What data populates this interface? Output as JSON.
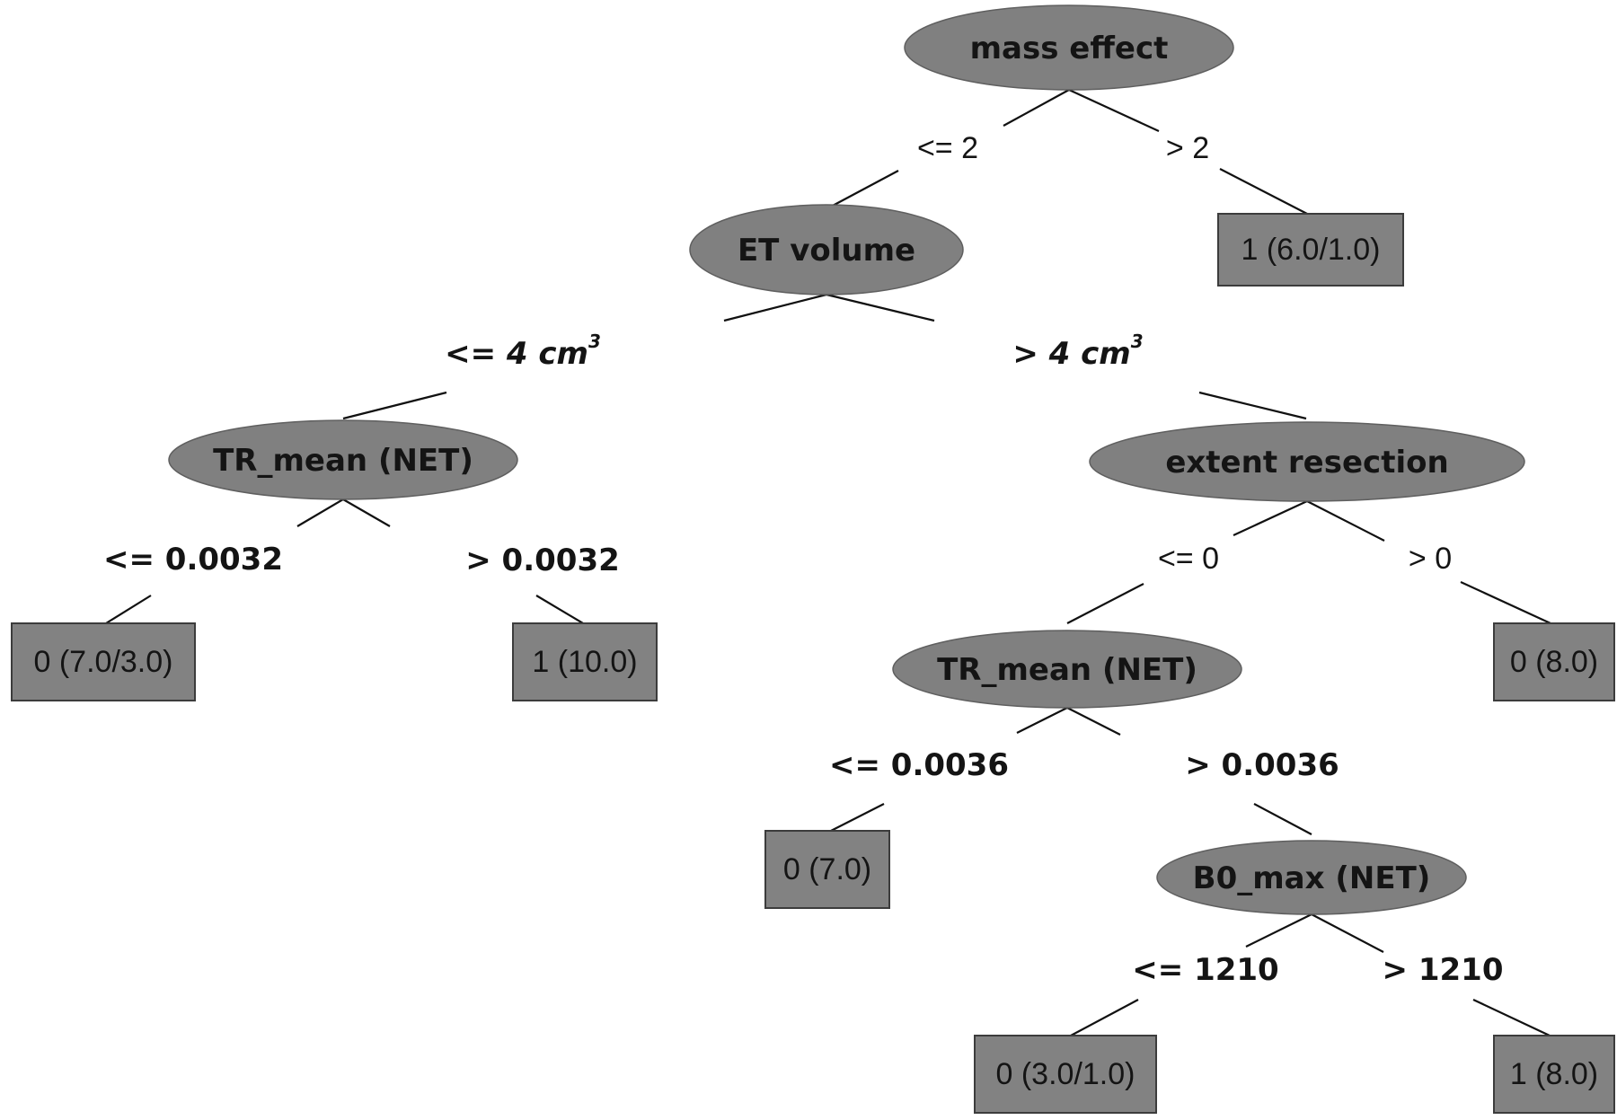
{
  "nodes": {
    "root": "mass effect",
    "et_volume": "ET volume",
    "tr_mean_left": "TR_mean (NET)",
    "extent_resection": "extent resection",
    "tr_mean_right": "TR_mean (NET)",
    "b0_max": "B0_max (NET)"
  },
  "leaves": {
    "root_gt": "1 (6.0/1.0)",
    "tr_left_le": "0 (7.0/3.0)",
    "tr_left_gt": "1 (10.0)",
    "extent_gt": "0 (8.0)",
    "tr_right_le": "0 (7.0)",
    "b0_le": "0 (3.0/1.0)",
    "b0_gt": "1 (8.0)"
  },
  "branches": {
    "root_le": "<= 2",
    "root_gt": "> 2",
    "et_le_prefix": "<= 4 ",
    "et_gt_prefix": "> 4 ",
    "et_unit": "cm",
    "et_unit_exp": "3",
    "tr_left_le": "<= 0.0032",
    "tr_left_gt": "> 0.0032",
    "extent_le": "<= 0",
    "extent_gt": "> 0",
    "tr_right_le": "<= 0.0036",
    "tr_right_gt": "> 0.0036",
    "b0_le": "<= 1210",
    "b0_gt": "> 1210"
  },
  "colors": {
    "node_fill": "#808080",
    "leaf_fill": "#828282",
    "line": "#111111",
    "text": "#141414"
  }
}
